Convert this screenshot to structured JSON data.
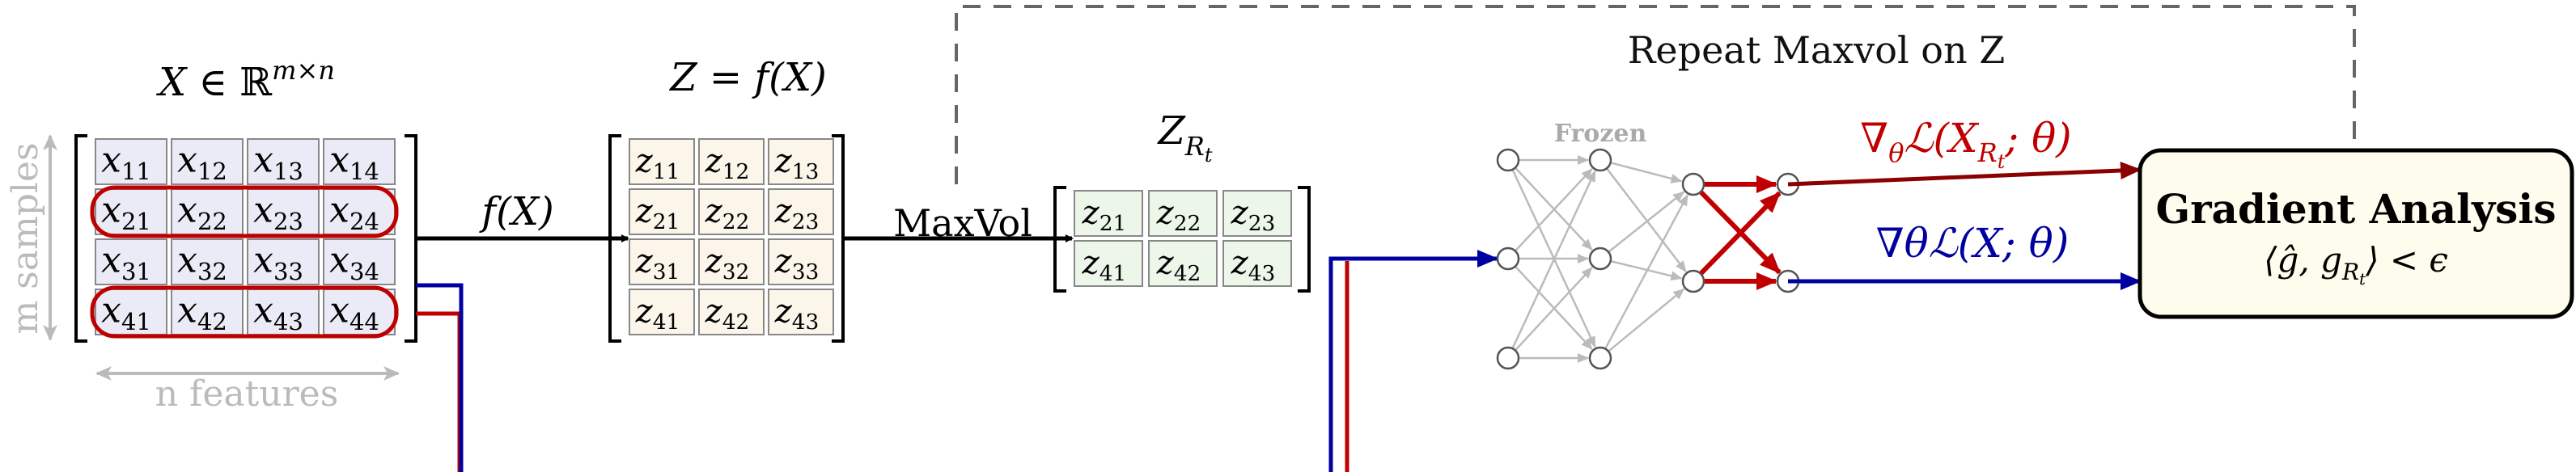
{
  "x_matrix": {
    "label_base": "X",
    "label_rest": " ∈ ℝ",
    "label_sup": "m×n",
    "axis_samples": "m samples",
    "axis_features": "n features",
    "rows": [
      [
        "11",
        "12",
        "13",
        "14"
      ],
      [
        "21",
        "22",
        "23",
        "24"
      ],
      [
        "31",
        "32",
        "33",
        "34"
      ],
      [
        "41",
        "42",
        "43",
        "44"
      ]
    ],
    "highlighted_rows": [
      1,
      3
    ]
  },
  "f_label": "f(X)",
  "z_matrix": {
    "label": "Z = f(X)",
    "rows": [
      [
        "11",
        "12",
        "13"
      ],
      [
        "21",
        "22",
        "23"
      ],
      [
        "31",
        "32",
        "33"
      ],
      [
        "41",
        "42",
        "43"
      ]
    ]
  },
  "maxvol_label": "MaxVol",
  "zr_matrix": {
    "label_base": "Z",
    "label_sub": "R",
    "label_subsub": "t",
    "rows": [
      [
        "21",
        "22",
        "23"
      ],
      [
        "41",
        "42",
        "43"
      ]
    ]
  },
  "repeat_label": "Repeat Maxvol on Z",
  "frozen_label": "Frozen",
  "grad_r": {
    "prefix": "∇",
    "theta": "θ",
    "L": "ℒ(X",
    "sub": "R",
    "subsub": "t",
    "tail": "; θ)"
  },
  "grad_full": "∇θℒ(X; θ)",
  "analysis": {
    "title": "Gradient Analysis",
    "formula": "⟨ĝ, g",
    "formula_sub": "R",
    "formula_subsub": "t",
    "formula_tail": "⟩ < ϵ"
  },
  "colors": {
    "red": "#c00000",
    "blue": "#0000a0",
    "darkred": "#8b0000",
    "grey": "#bbbbbb",
    "x_fill": "#ebebf7",
    "z_fill": "#fbf5ea",
    "zr_fill": "#ecf7ea",
    "box_fill": "#fefcec"
  }
}
